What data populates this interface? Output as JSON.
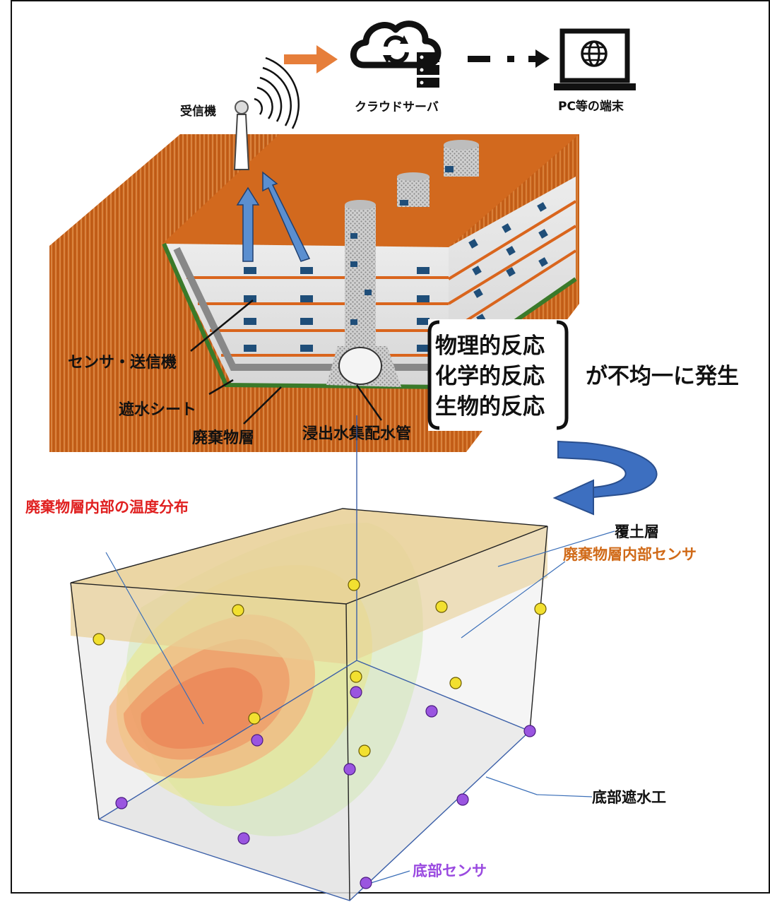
{
  "pipeline": {
    "cloud_label": "クラウドサーバ",
    "pc_label": "PC等の端末",
    "receiver_label": "受信機"
  },
  "landfill_labels": {
    "sensor_transmitter": "センサ・送信機",
    "waterproof_sheet": "遮水シート",
    "waste_layer": "廃棄物層",
    "leachate_pipe": "浸出水集配水管"
  },
  "reactions": {
    "items": [
      "物理的反応",
      "化学的反応",
      "生物的反応"
    ],
    "suffix": "が不均一に発生"
  },
  "model_labels": {
    "temperature_distribution": "廃棄物層内部の温度分布",
    "cover_soil": "覆土層",
    "waste_sensor": "廃棄物層内部センサ",
    "bottom_liner": "底部遮水工",
    "bottom_sensor": "底部センサ"
  },
  "colors": {
    "soil_orange": "#c85a12",
    "top_orange": "#d2691e",
    "liner_green": "#3a7a2a",
    "arrow_blue": "#5b8fd0",
    "sensor_yellow": "#f2e030",
    "sensor_purple": "#9a55e0",
    "label_red": "#e02020",
    "label_orange": "#d06a18",
    "label_purple": "#9a4ae0"
  },
  "icons": [
    "cloud-server-icon",
    "laptop-globe-icon",
    "antenna-icon",
    "curved-arrow-icon"
  ]
}
